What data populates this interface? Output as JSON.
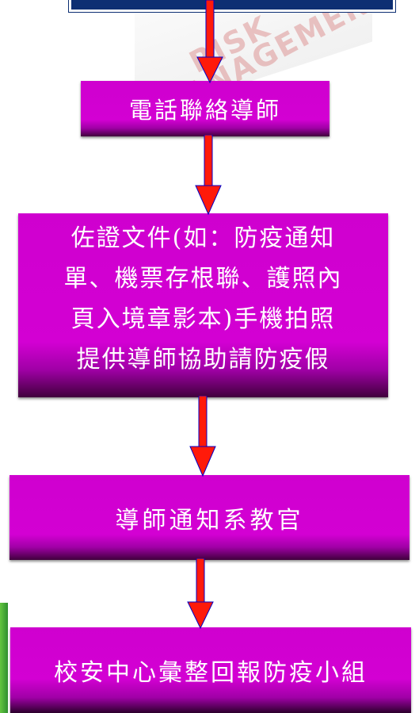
{
  "top_box": {
    "label": ""
  },
  "background": {
    "line1": "RISK",
    "line2": "MANAGEMENT"
  },
  "steps": [
    {
      "text": "電話聯絡導師"
    },
    {
      "text": "佐證文件(如：防疫通知\n單、機票存根聯、護照內\n頁入境章影本)手機拍照\n提供導師協助請防疫假"
    },
    {
      "text": "導師通知系教官"
    },
    {
      "text": "校安中心彙整回報防疫小組"
    }
  ],
  "colors": {
    "arrow": "#ff1a0a",
    "arrow_edge": "#0000c8",
    "box_magenta": "#d300d3",
    "top_box": "#0d2f73"
  }
}
